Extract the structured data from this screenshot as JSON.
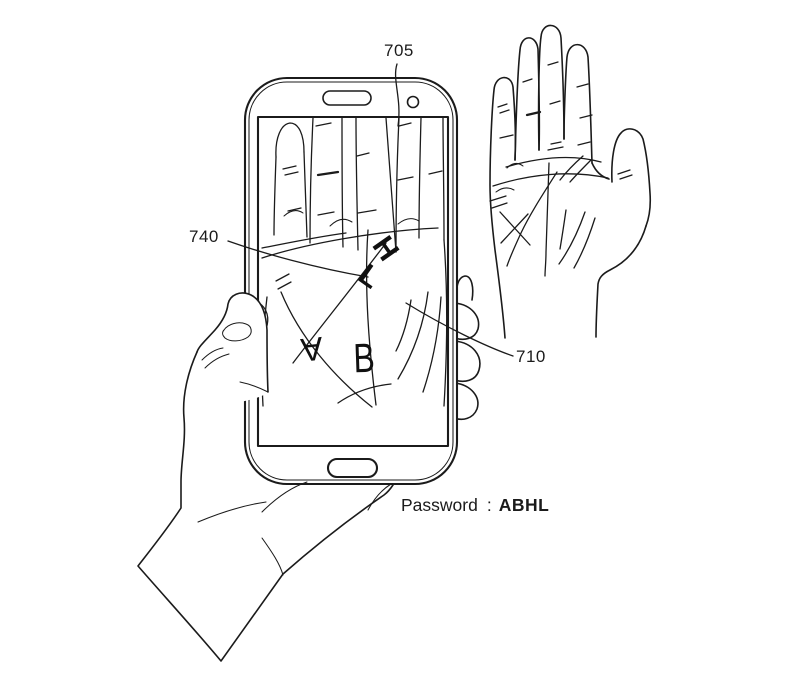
{
  "figure": {
    "labels": [
      {
        "text": "705"
      },
      {
        "text": "740"
      },
      {
        "text": "710"
      }
    ],
    "screen_letters": [
      {
        "char": "A"
      },
      {
        "char": "B"
      },
      {
        "char": "H"
      },
      {
        "char": "L"
      }
    ],
    "caption": {
      "label": "Password",
      "separator": ":",
      "value": "ABHL"
    },
    "colors": {
      "line": "#1b1b1b",
      "background": "#ffffff"
    }
  }
}
